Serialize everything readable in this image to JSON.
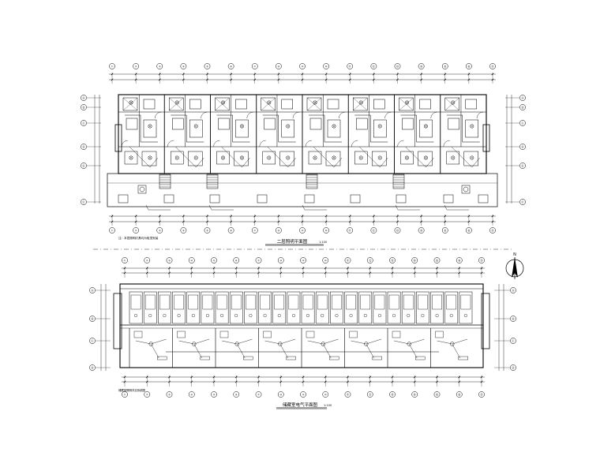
{
  "sheet": {
    "background": "#ffffff",
    "line_color": "#000000"
  },
  "plan_upper": {
    "title": "二层照明平面图",
    "scale": "1:100",
    "note": "注：本层照明灯具均为吸顶安装",
    "axis_numbers": [
      "①",
      "②",
      "③",
      "④",
      "⑤",
      "⑥",
      "⑦",
      "⑧",
      "⑨",
      "⑩",
      "⑪",
      "⑫",
      "⑬",
      "⑭",
      "⑮",
      "⑯",
      "⑰"
    ],
    "axis_letters": [
      "Ⓐ",
      "Ⓑ",
      "Ⓒ",
      "Ⓓ",
      "Ⓔ",
      "Ⓕ"
    ]
  },
  "plan_lower": {
    "title": "储藏室电气平面图",
    "scale": "1:100",
    "note": "储藏室照明详见系统图",
    "axis_numbers": [
      "①",
      "②",
      "③",
      "④",
      "⑤",
      "⑥",
      "⑦",
      "⑧",
      "⑨",
      "⑩",
      "⑪",
      "⑫",
      "⑬",
      "⑭",
      "⑮",
      "⑯",
      "⑰"
    ],
    "axis_letters": [
      "Ⓐ",
      "Ⓑ",
      "Ⓒ",
      "Ⓓ"
    ]
  },
  "north_arrow": {
    "label": "N",
    "icon": "north-arrow-icon"
  }
}
